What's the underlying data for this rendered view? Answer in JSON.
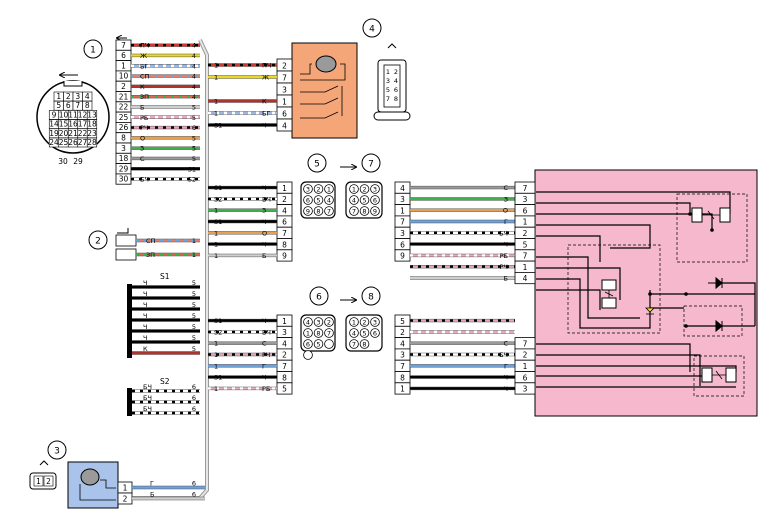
{
  "callouts": {
    "c1": "1",
    "c2": "2",
    "c3": "3",
    "c4": "4",
    "c5": "5",
    "c6": "6",
    "c7": "7",
    "c8": "8"
  },
  "bus_labels": {
    "s1": "S1",
    "s2": "S2"
  },
  "connector1_pins": [
    {
      "pin": "7",
      "wire": "ПЧ",
      "color": "#d23a2a",
      "stripe": "#000000",
      "end": "4"
    },
    {
      "pin": "6",
      "wire": "Ж",
      "color": "#e8d82a",
      "stripe": "",
      "end": "4"
    },
    {
      "pin": "1",
      "wire": "БГ",
      "color": "#9bb7e0",
      "stripe": "#ffffff",
      "end": "4"
    },
    {
      "pin": "10",
      "wire": "СП",
      "color": "#e57f6a",
      "stripe": "#6fa0d8",
      "end": "4"
    },
    {
      "pin": "2",
      "wire": "К",
      "color": "#b0332a",
      "stripe": "",
      "end": "4"
    },
    {
      "pin": "21",
      "wire": "ЗП",
      "color": "#d96a4c",
      "stripe": "#3fb04a",
      "end": "4"
    },
    {
      "pin": "22",
      "wire": "Б",
      "color": "#cfcfcf",
      "stripe": "",
      "end": "5"
    },
    {
      "pin": "25",
      "wire": "РБ",
      "color": "#e8a8c0",
      "stripe": "#ffffff",
      "end": "5"
    },
    {
      "pin": "26",
      "wire": "РЧ",
      "color": "#e8a8c0",
      "stripe": "#000000",
      "end": "6"
    },
    {
      "pin": "8",
      "wire": "О",
      "color": "#e8a050",
      "stripe": "",
      "end": "5"
    },
    {
      "pin": "3",
      "wire": "З",
      "color": "#3fb04a",
      "stripe": "",
      "end": "5"
    },
    {
      "pin": "18",
      "wire": "С",
      "color": "#9a9a9a",
      "stripe": "",
      "end": "5"
    },
    {
      "pin": "29",
      "wire": "",
      "color": "#000000",
      "stripe": "",
      "end": "S1"
    },
    {
      "pin": "30",
      "wire": "БЧ",
      "color": "#ffffff",
      "stripe": "#000000",
      "end": "S2"
    }
  ],
  "socket_pins": {
    "rows": [
      [
        "1",
        "2",
        "3",
        "4"
      ],
      [
        "5",
        "6",
        "7",
        "8"
      ],
      [
        "9",
        "10",
        "11",
        "12",
        "13"
      ],
      [
        "14",
        "15",
        "16",
        "17",
        "18"
      ],
      [
        "19",
        "20",
        "21",
        "22",
        "23"
      ],
      [
        "24",
        "25",
        "26",
        "27",
        "28"
      ],
      [
        "30",
        "29"
      ]
    ]
  },
  "connector2_pins": [
    {
      "pin": "",
      "wire": "СП",
      "color": "#e57f6a",
      "stripe": "#6fa0d8",
      "end": "1"
    },
    {
      "pin": "",
      "wire": "ЗП",
      "color": "#d96a4c",
      "stripe": "#3fb04a",
      "end": "1"
    }
  ],
  "motor_connector": [
    {
      "pin": "2",
      "wire": "ПЧ",
      "color": "#d23a2a",
      "stripe": "#000000",
      "src": "1"
    },
    {
      "pin": "7",
      "wire": "Ж",
      "color": "#e8d82a",
      "stripe": "",
      "src": "1"
    },
    {
      "pin": "3",
      "wire": "",
      "color": "",
      "stripe": "",
      "src": ""
    },
    {
      "pin": "1",
      "wire": "К",
      "color": "#b0332a",
      "stripe": "",
      "src": "1"
    },
    {
      "pin": "6",
      "wire": "БГ",
      "color": "#9bb7e0",
      "stripe": "#ffffff",
      "src": "1"
    },
    {
      "pin": "4",
      "wire": "Ч",
      "color": "#000000",
      "stripe": "",
      "src": "S1"
    }
  ],
  "connector5_pins": [
    {
      "pin": "1",
      "wire": "Ч",
      "color": "#000000",
      "stripe": "",
      "src": "S1"
    },
    {
      "pin": "2",
      "wire": "БЧ",
      "color": "#ffffff",
      "stripe": "#000000",
      "src": "S2"
    },
    {
      "pin": "4",
      "wire": "З",
      "color": "#3fb04a",
      "stripe": "",
      "src": "1"
    },
    {
      "pin": "6",
      "wire": "Ч",
      "color": "#000000",
      "stripe": "",
      "src": "S1"
    },
    {
      "pin": "7",
      "wire": "О",
      "color": "#e8a050",
      "stripe": "",
      "src": "1"
    },
    {
      "pin": "8",
      "wire": "Ч",
      "color": "#000000",
      "stripe": "",
      "src": "1"
    },
    {
      "pin": "9",
      "wire": "Б",
      "color": "#cfcfcf",
      "stripe": "",
      "src": "1"
    }
  ],
  "connector6_pins": [
    {
      "pin": "1",
      "wire": "Ч",
      "color": "#000000",
      "stripe": "",
      "src": "S1"
    },
    {
      "pin": "3",
      "wire": "БЧ",
      "color": "#ffffff",
      "stripe": "#000000",
      "src": "S2"
    },
    {
      "pin": "4",
      "wire": "С",
      "color": "#9a9a9a",
      "stripe": "",
      "src": "1"
    },
    {
      "pin": "2",
      "wire": "РЧ",
      "color": "#e8a8c0",
      "stripe": "#000000",
      "src": "1"
    },
    {
      "pin": "7",
      "wire": "Г",
      "color": "#6fa0d8",
      "stripe": "",
      "src": "1"
    },
    {
      "pin": "8",
      "wire": "Ч",
      "color": "#000000",
      "stripe": "",
      "src": "S1"
    },
    {
      "pin": "5",
      "wire": "РБ",
      "color": "#e8a8c0",
      "stripe": "#ffffff",
      "src": "1"
    }
  ],
  "s1_wires": [
    "Ч",
    "Ч",
    "Ч",
    "Ч",
    "Ч",
    "Ч",
    "К"
  ],
  "s1_ends": [
    "5",
    "5",
    "5",
    "5",
    "5",
    "5",
    "5"
  ],
  "s2_wires": [
    "БЧ",
    "БЧ",
    "БЧ"
  ],
  "s2_ends": [
    "6",
    "6",
    "6"
  ],
  "connector7_pins": [
    {
      "pin": "4",
      "wire": "С",
      "color": "#9a9a9a",
      "stripe": "",
      "dst": "7"
    },
    {
      "pin": "3",
      "wire": "З",
      "color": "#3fb04a",
      "stripe": "",
      "dst": "3"
    },
    {
      "pin": "1",
      "wire": "О",
      "color": "#e8a050",
      "stripe": "",
      "dst": "6"
    },
    {
      "pin": "7",
      "wire": "Г",
      "color": "#6fa0d8",
      "stripe": "",
      "dst": "1"
    },
    {
      "pin": "3",
      "wire": "БЧ",
      "color": "#ffffff",
      "stripe": "#000000",
      "dst": "2"
    },
    {
      "pin": "6",
      "wire": "Ч",
      "color": "#000000",
      "stripe": "",
      "dst": "5"
    },
    {
      "pin": "9",
      "wire": "РБ",
      "color": "#e8a8c0",
      "stripe": "#ffffff",
      "dst": "7"
    },
    {
      "pin": "",
      "wire": "РЧ",
      "color": "#e8a8c0",
      "stripe": "#000000",
      "dst": "1"
    },
    {
      "pin": "",
      "wire": "Б",
      "color": "#cfcfcf",
      "stripe": "",
      "dst": "4"
    }
  ],
  "connector8_pins": [
    {
      "pin": "5",
      "wire": "",
      "color": "#e8a8c0",
      "stripe": "#000000",
      "dst": ""
    },
    {
      "pin": "2",
      "wire": "",
      "color": "#e8a8c0",
      "stripe": "#ffffff",
      "dst": ""
    },
    {
      "pin": "4",
      "wire": "С",
      "color": "#9a9a9a",
      "stripe": "",
      "dst": "7"
    },
    {
      "pin": "3",
      "wire": "БЧ",
      "color": "#ffffff",
      "stripe": "#000000",
      "dst": "2"
    },
    {
      "pin": "7",
      "wire": "Г",
      "color": "#6fa0d8",
      "stripe": "",
      "dst": "1"
    },
    {
      "pin": "8",
      "wire": "Ч",
      "color": "#000000",
      "stripe": "",
      "dst": "6"
    },
    {
      "pin": "1",
      "wire": "Ч",
      "color": "#000000",
      "stripe": "",
      "dst": "3"
    }
  ],
  "motor3_pins": [
    {
      "pin": "1",
      "wire": "Г",
      "color": "#6fa0d8",
      "stripe": "",
      "end": "6"
    },
    {
      "pin": "2",
      "wire": "Б",
      "color": "#cfcfcf",
      "stripe": "",
      "end": "6"
    }
  ],
  "mini_conn_3": [
    "1",
    "2"
  ],
  "colors": {
    "motor_block": "#f4a678",
    "mirror_block": "#f5b8cc",
    "motor3_block": "#a9c3ea",
    "harness": "#bdbdbd"
  }
}
